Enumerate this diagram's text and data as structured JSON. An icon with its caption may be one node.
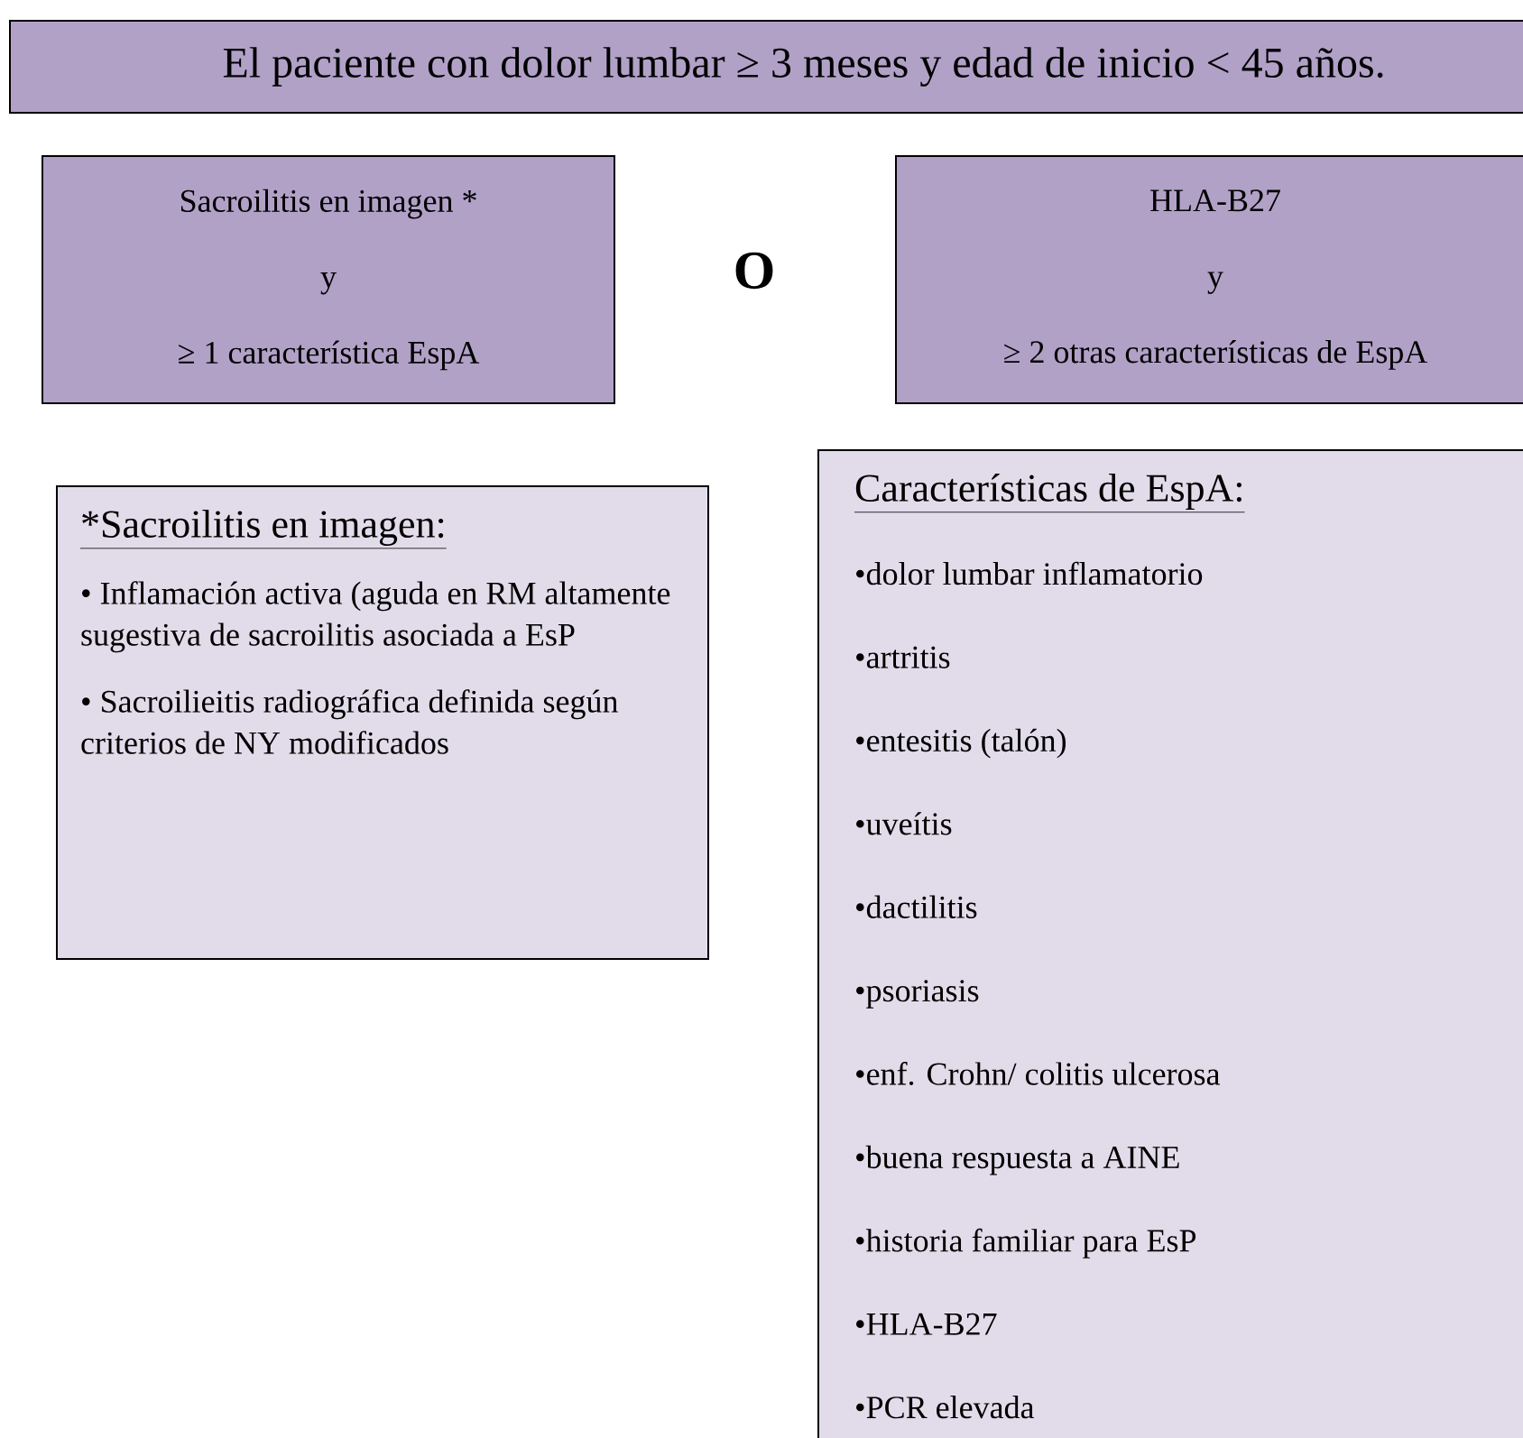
{
  "diagram": {
    "nodes": [
      {
        "text": [
          "El paciente con dolor lumbar ≥ 3 meses y edad de inicio < 45 años."
        ]
      },
      {
        "text": [
          "Sacroilitis en imagen *",
          "y",
          "≥ 1 característica EspA"
        ]
      },
      {
        "text": [
          "HLA-B27",
          "y",
          "≥ 2 otras características de EspA"
        ]
      },
      {
        "text": [
          "*Sacroilitis en imagen:",
          "• Inflamación activa (aguda en RM altamente sugestiva de sacroilitis asociada a EsP",
          "• Sacroilieitis radiográfica definida según criterios de NY modificados"
        ]
      },
      {
        "text": [
          "Características de EspA:",
          "•dolor lumbar inflamatorio",
          "•artritis",
          "•entesitis (talón)",
          "•uveítis",
          "•dactilitis",
          "•psoriasis",
          "•enf. Crohn/ colitis ulcerosa",
          "•buena respuesta a AINE",
          "•historia familiar para EsP",
          "•HLA-B27",
          "•PCR elevada"
        ]
      }
    ],
    "labels": [
      "O"
    ]
  }
}
